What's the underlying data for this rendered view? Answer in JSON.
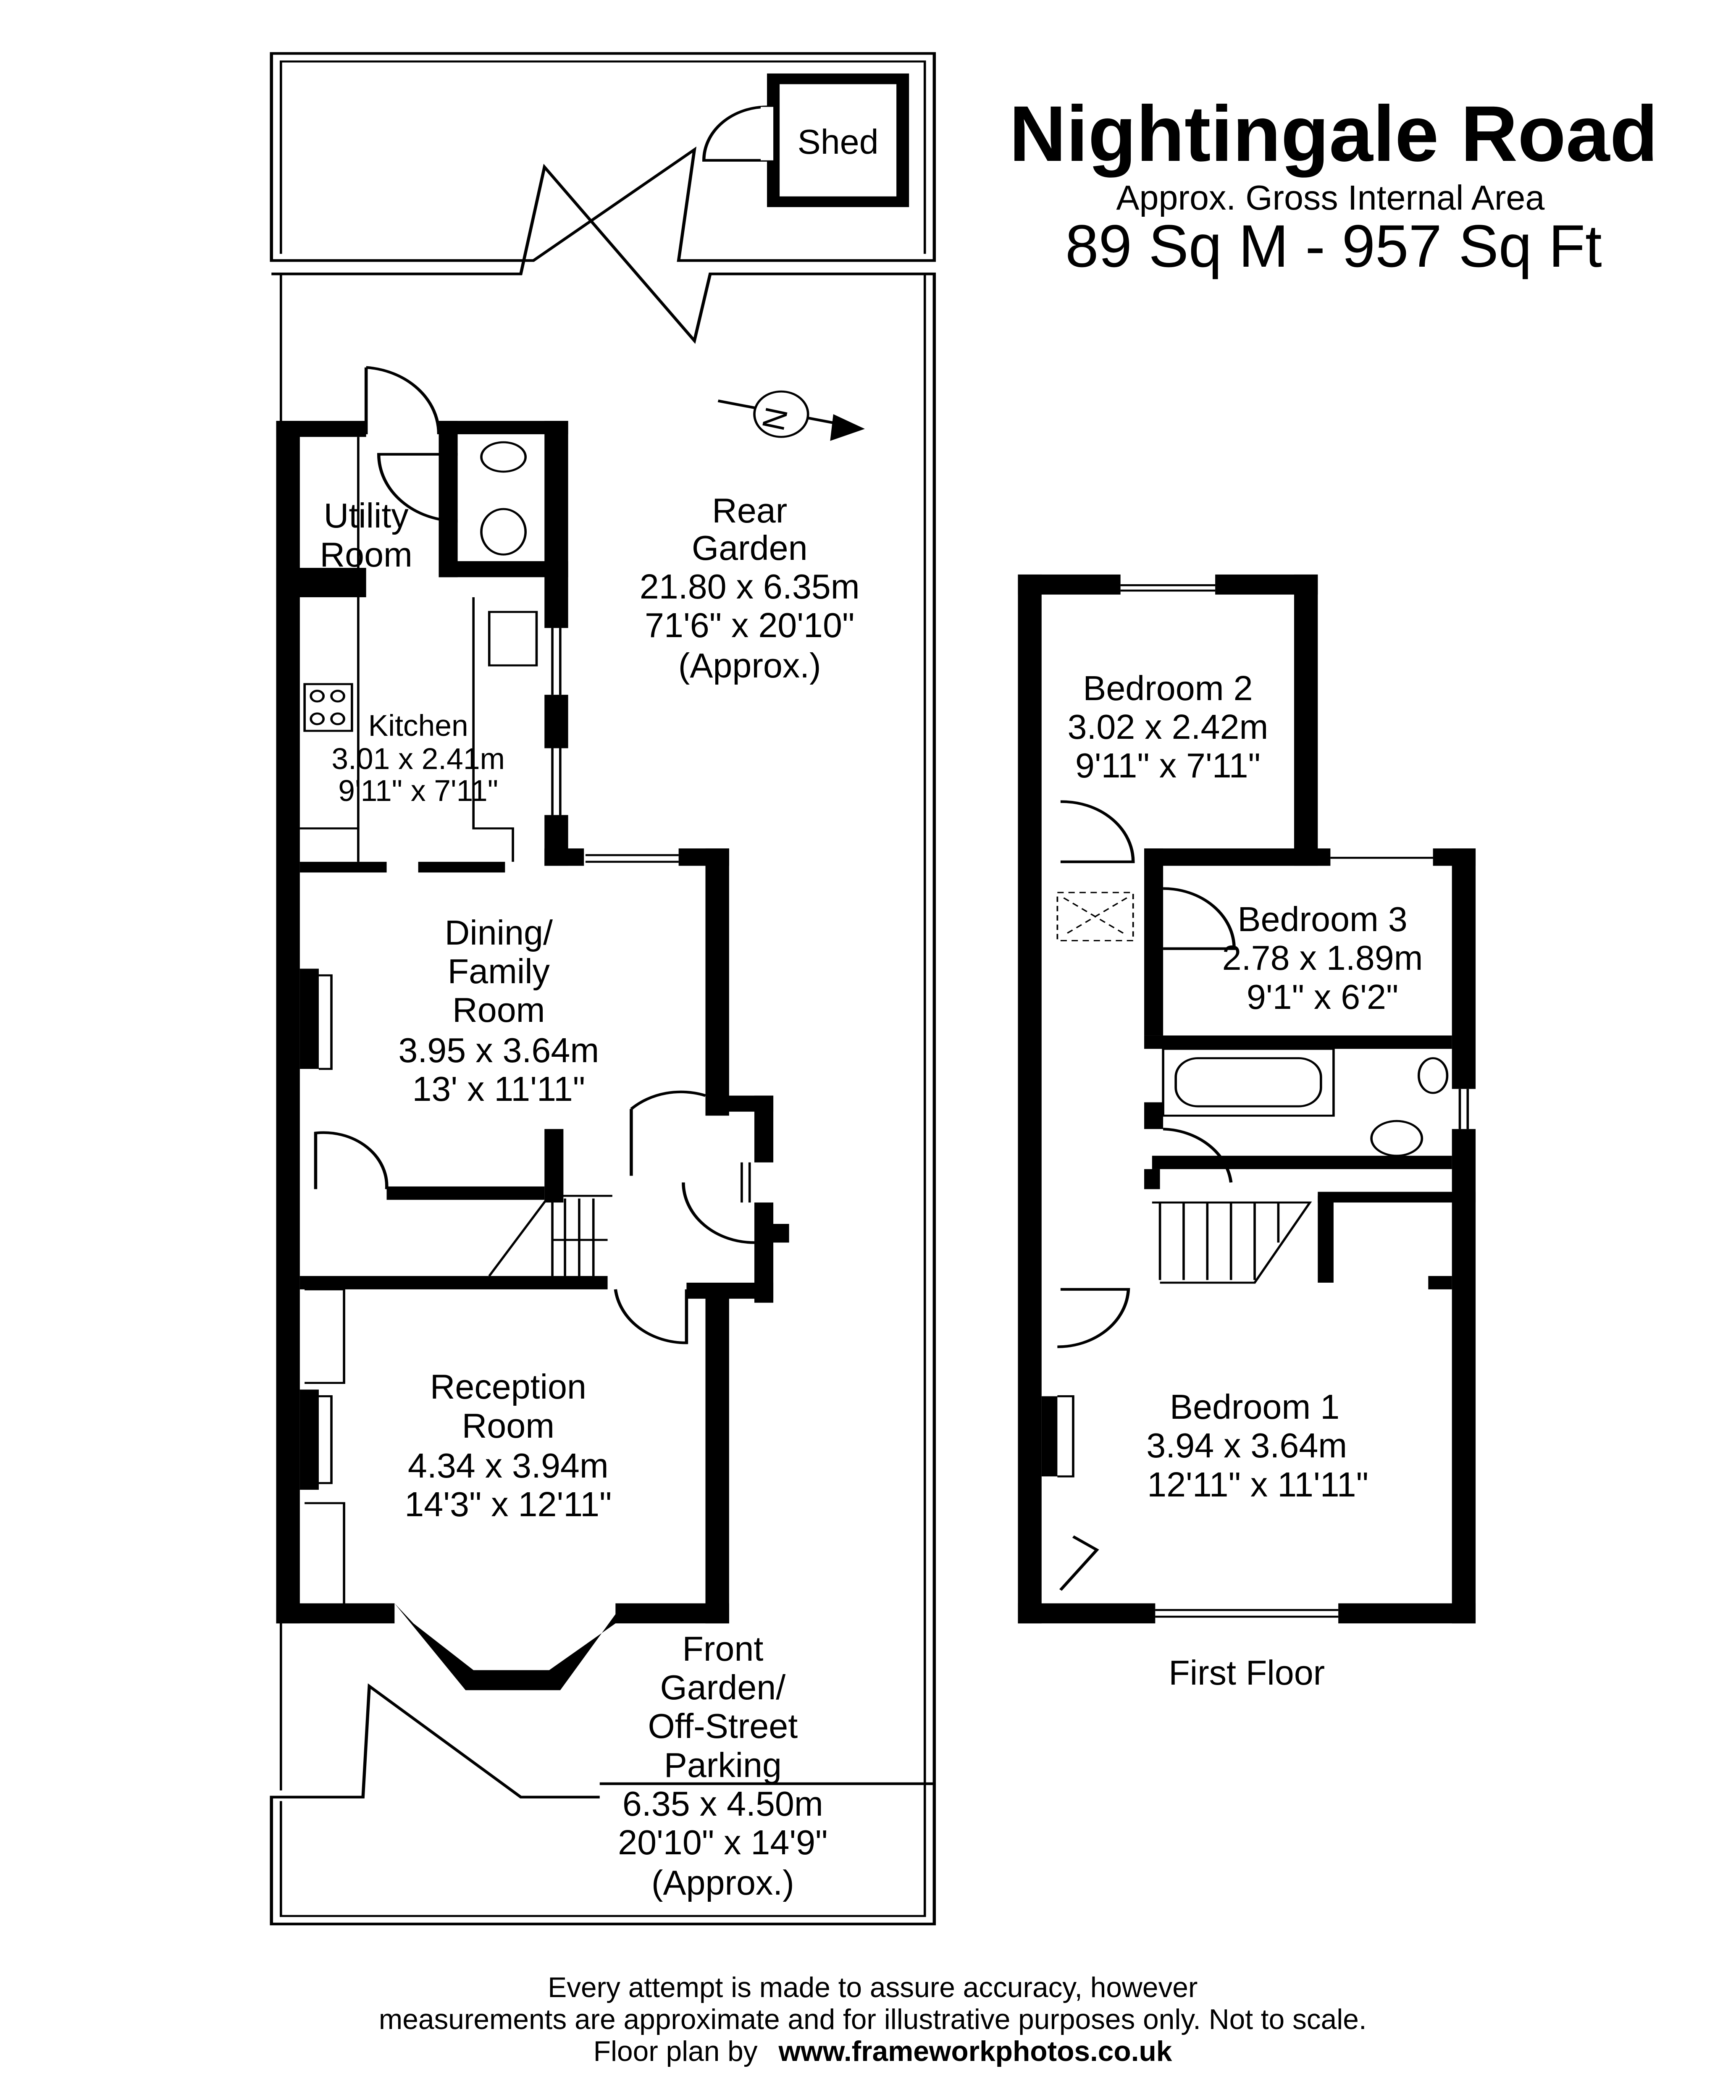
{
  "header": {
    "title": "Nightingale Road",
    "subtitle": "Approx. Gross Internal Area",
    "area": "89 Sq M - 957 Sq Ft"
  },
  "ground_floor": {
    "shed": "Shed",
    "compass": "N",
    "rear_garden": {
      "name1": "Rear",
      "name2": "Garden",
      "metric": "21.80 x 6.35m",
      "imperial": "71'6\" x 20'10\"",
      "note": "(Approx.)"
    },
    "utility": {
      "name1": "Utility",
      "name2": "Room"
    },
    "kitchen": {
      "name": "Kitchen",
      "metric": "3.01 x 2.41m",
      "imperial": "9'11\" x 7'11\""
    },
    "dining": {
      "name1": "Dining/",
      "name2": "Family",
      "name3": "Room",
      "metric": "3.95 x 3.64m",
      "imperial": "13' x 11'11\""
    },
    "reception": {
      "name1": "Reception",
      "name2": "Room",
      "metric": "4.34 x 3.94m",
      "imperial": "14'3\" x 12'11\""
    },
    "front_garden": {
      "name1": "Front",
      "name2": "Garden/",
      "name3": "Off-Street",
      "name4": "Parking",
      "metric": "6.35 x 4.50m",
      "imperial": "20'10\" x 14'9\"",
      "note": "(Approx.)"
    }
  },
  "first_floor": {
    "label": "First Floor",
    "bedroom2": {
      "name": "Bedroom 2",
      "metric": "3.02 x 2.42m",
      "imperial": "9'11\" x 7'11\""
    },
    "bedroom3": {
      "name": "Bedroom 3",
      "metric": "2.78 x 1.89m",
      "imperial": "9'1\" x 6'2\""
    },
    "bedroom1": {
      "name": "Bedroom 1",
      "metric": "3.94 x 3.64m",
      "imperial": "12'11\" x 11'11\""
    }
  },
  "footer": {
    "line1": "Every attempt is made to assure accuracy, however",
    "line2": "measurements are approximate and for illustrative purposes only. Not to scale.",
    "line3_prefix": "Floor plan by",
    "line3_link": "www.frameworkphotos.co.uk"
  }
}
